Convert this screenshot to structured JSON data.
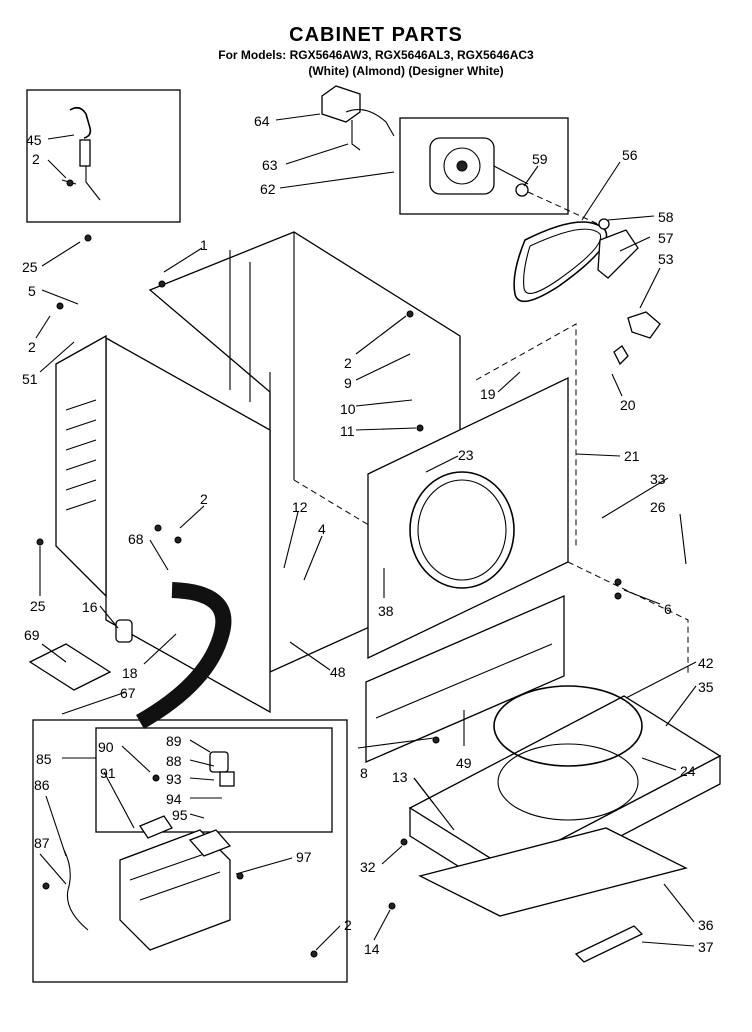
{
  "header": {
    "title": "CABINET PARTS",
    "models": "For Models: RGX5646AW3, RGX5646AL3, RGX5646AC3",
    "colors": "(White)   (Almond)  (Designer White)"
  },
  "parts": [
    "45",
    "2",
    "64",
    "63",
    "62",
    "59",
    "56",
    "58",
    "57",
    "53",
    "1",
    "25",
    "5",
    "2",
    "51",
    "2",
    "9",
    "10",
    "11",
    "19",
    "20",
    "21",
    "23",
    "33",
    "26",
    "2",
    "68",
    "12",
    "4",
    "38",
    "6",
    "25",
    "16",
    "69",
    "18",
    "48",
    "42",
    "35",
    "67",
    "85",
    "90",
    "89",
    "88",
    "93",
    "94",
    "95",
    "91",
    "86",
    "87",
    "97",
    "8",
    "13",
    "49",
    "24",
    "32",
    "14",
    "2",
    "36",
    "37"
  ]
}
